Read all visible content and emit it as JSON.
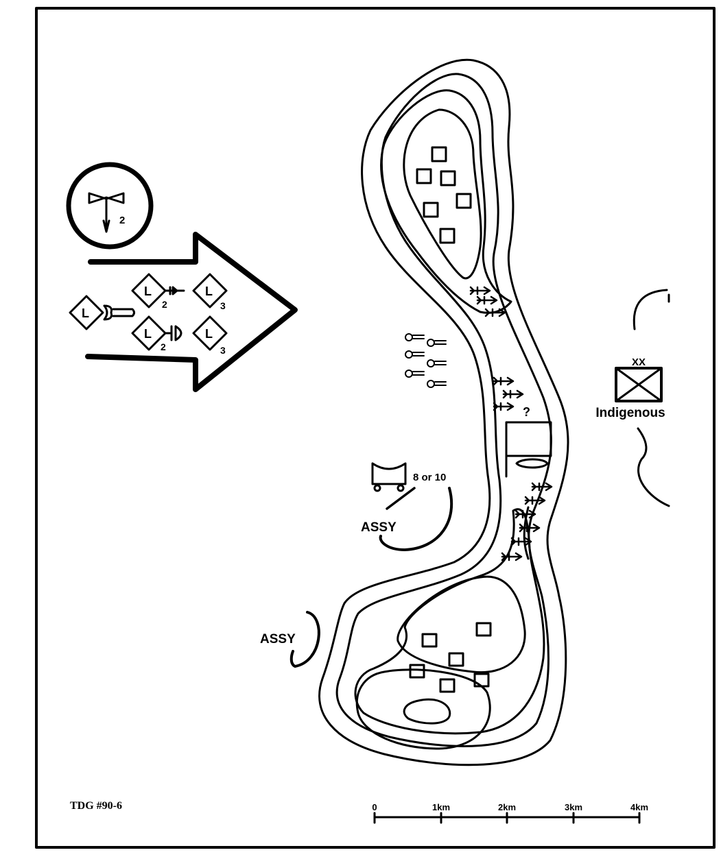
{
  "map": {
    "id_label": "TDG #90-6",
    "enemy_unit": {
      "echelon": "XX",
      "label": "Indigenous"
    },
    "fan_symbol_number": "2",
    "diamond_units": [
      {
        "letter": "L",
        "number": ""
      },
      {
        "letter": "L",
        "number": "2"
      },
      {
        "letter": "L",
        "number": "3"
      },
      {
        "letter": "L",
        "number": "2"
      },
      {
        "letter": "L",
        "number": "3"
      }
    ],
    "truck_label": "8 or 10",
    "assembly_labels": [
      "ASSY",
      "ASSY"
    ],
    "unknown_marker": "?",
    "scale": [
      "0",
      "1km",
      "2km",
      "3km",
      "4km"
    ],
    "colors": {
      "ink": "#000000",
      "paper": "#ffffff"
    }
  }
}
